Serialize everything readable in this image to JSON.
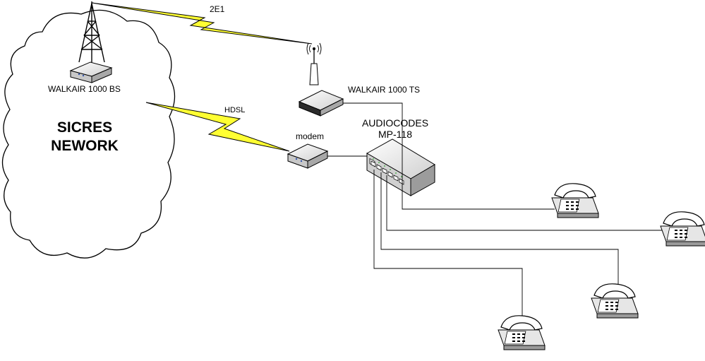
{
  "network": {
    "line1": "SICRES",
    "line2": "NEWORK"
  },
  "devices": {
    "base_station": "WALKAIR 1000 BS",
    "terminal_station": "WALKAIR 1000 TS",
    "modem": "modem",
    "gateway_line1": "AUDIOCODES",
    "gateway_line2": "MP-118"
  },
  "links": {
    "radio": "2E1",
    "wired": "HDSL"
  },
  "colors": {
    "link_bolt": "#ffff33",
    "device_gray": "#d9d9d9",
    "outline": "#000000"
  }
}
